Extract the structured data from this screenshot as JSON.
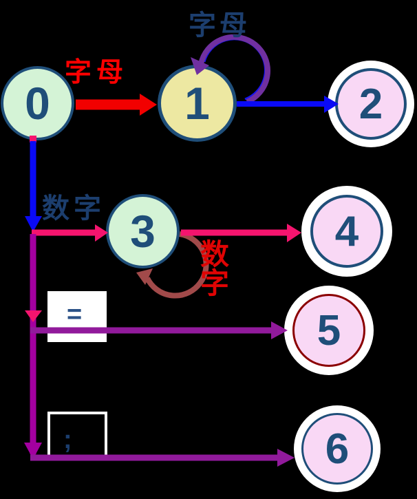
{
  "diagram": {
    "type": "finite-state-automaton",
    "background_color": "#000000",
    "states": [
      {
        "id": "0",
        "label": "0",
        "role": "start",
        "fill": "#D4F3D6",
        "border": "#1F4E79",
        "double_ring": false
      },
      {
        "id": "1",
        "label": "1",
        "role": "normal",
        "fill": "#EDE8A2",
        "border": "#1F4E79",
        "double_ring": false
      },
      {
        "id": "2",
        "label": "2",
        "role": "accepting",
        "fill": "#F9D8F5",
        "border": "#1F4E79",
        "double_ring": true
      },
      {
        "id": "3",
        "label": "3",
        "role": "normal",
        "fill": "#D4F3D6",
        "border": "#1F4E79",
        "double_ring": false
      },
      {
        "id": "4",
        "label": "4",
        "role": "accepting",
        "fill": "#F9D8F5",
        "border": "#1F4E79",
        "double_ring": true
      },
      {
        "id": "5",
        "label": "5",
        "role": "accepting",
        "fill": "#F9D8F5",
        "border": "#8B0000",
        "double_ring": true
      },
      {
        "id": "6",
        "label": "6",
        "role": "accepting",
        "fill": "#F9D8F5",
        "border": "#1F4E79",
        "double_ring": true
      }
    ],
    "transitions": [
      {
        "from": "0",
        "to": "1",
        "label": "字母",
        "label_color": "#FF0000",
        "arrow_color": "#F20000"
      },
      {
        "from": "1",
        "to": "1",
        "label": "字母",
        "label_color": "#1C3E6E",
        "arrow_color": "#7030A0",
        "kind": "self-loop"
      },
      {
        "from": "1",
        "to": "2",
        "label": "",
        "arrow_color": "#0A0AF5"
      },
      {
        "from": "0",
        "to": "3",
        "label": "数字",
        "label_color": "#1C3E6E",
        "arrow_color": "#F5146E",
        "via_color": "#0A0AF5"
      },
      {
        "from": "3",
        "to": "3",
        "label": "数字",
        "label_color": "#E00404",
        "arrow_color": "#A14A4A",
        "kind": "self-loop"
      },
      {
        "from": "3",
        "to": "4",
        "label": "",
        "arrow_color": "#F5146E"
      },
      {
        "from": "0",
        "to": "5",
        "label": "=",
        "label_color": "#2B5287",
        "arrow_color": "#911A9B",
        "label_box": "white-filled"
      },
      {
        "from": "0",
        "to": "6",
        "label": ";",
        "label_color": "#1C3E6E",
        "arrow_color": "#911A9B",
        "label_box": "white-outline"
      }
    ],
    "colors": {
      "trunk_vertical_blue": "#0A0AF5",
      "trunk_vertical_magenta": "#A300A0",
      "mid_arrowhead_pink": "#F5146E",
      "loop1_inner_line": "#1414F0",
      "connector_dot": "#F5146E",
      "ring_white": "#FFFFFF",
      "state_number_navy": "#1F4E79"
    }
  }
}
